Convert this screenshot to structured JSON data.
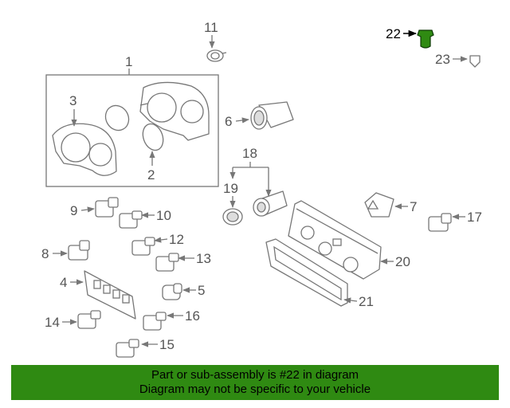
{
  "callouts": {
    "c1": "1",
    "c2": "2",
    "c3": "3",
    "c4": "4",
    "c5": "5",
    "c6": "6",
    "c7": "7",
    "c8": "8",
    "c9": "9",
    "c10": "10",
    "c11": "11",
    "c12": "12",
    "c13": "13",
    "c14": "14",
    "c15": "15",
    "c16": "16",
    "c17": "17",
    "c18": "18",
    "c19": "19",
    "c20": "20",
    "c21": "21",
    "c22": "22",
    "c23": "23"
  },
  "highlight": {
    "part_number": "22",
    "color": "#2f8a12"
  },
  "banner": {
    "line1": "Part or sub-assembly is #22 in diagram",
    "line2": "Diagram may not be specific to your vehicle",
    "background": "#2f8a12"
  }
}
